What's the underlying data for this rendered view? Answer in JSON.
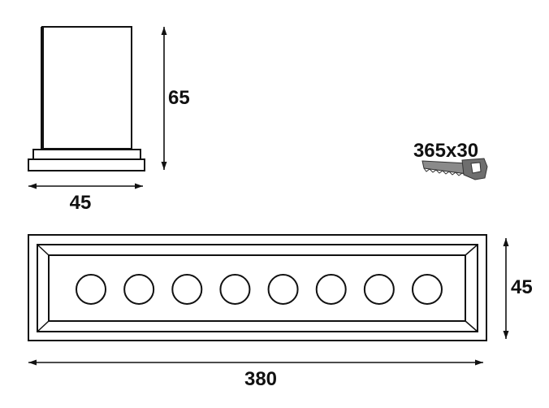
{
  "colors": {
    "stroke": "#111111",
    "background": "#ffffff",
    "saw_blade": "#8a8a8a",
    "saw_handle": "#6e6e6e"
  },
  "icons": {
    "saw": "hand-saw-icon"
  },
  "front_view": {
    "height_label": "65",
    "width_label": "45"
  },
  "saw_label": "365x30",
  "top_view": {
    "height_label": "45",
    "length_label": "380",
    "hole_count": 8
  }
}
